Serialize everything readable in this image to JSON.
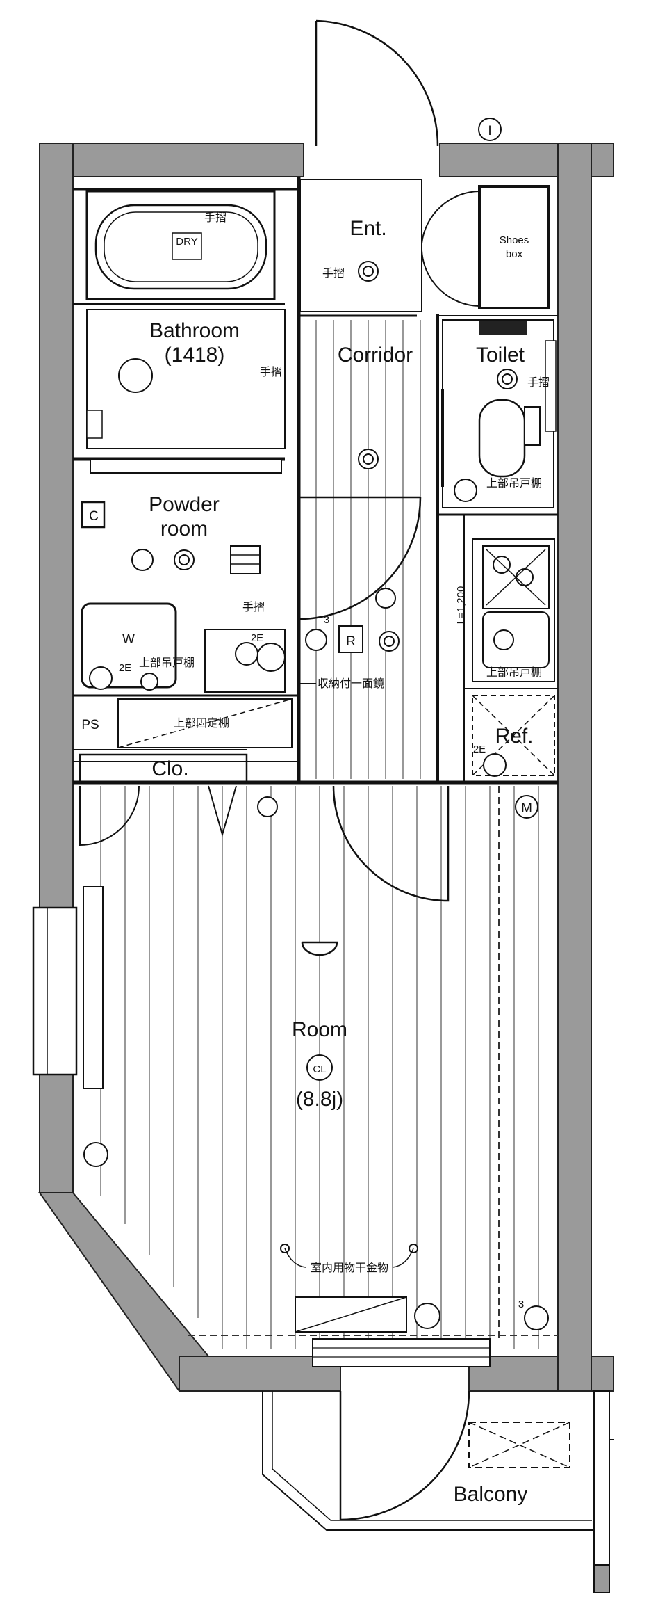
{
  "rooms": {
    "entrance": "Ent.",
    "shoes_box_line1": "Shoes",
    "shoes_box_line2": "box",
    "bathroom": "Bathroom",
    "bathroom_size": "(1418)",
    "corridor": "Corridor",
    "toilet": "Toilet",
    "powder_room_line1": "Powder",
    "powder_room_line2": "room",
    "washer": "W",
    "room": "Room",
    "room_size": "(8.8j)",
    "balcony": "Balcony",
    "closet": "Clo.",
    "pipe_space": "PS",
    "refrigerator": "Ref."
  },
  "symbols": {
    "closet_marker": "C",
    "range_marker": "R",
    "north_marker": "I",
    "meter_marker": "M",
    "ceiling_light_marker": "CL",
    "dry_label": "DRY",
    "outlet_2e": "2E",
    "outlet_3": "3"
  },
  "annotations": {
    "handrail": "手摺",
    "upper_cabinet": "上部吊戸棚",
    "upper_shelf": "上部固定棚",
    "storage_mirror": "収納付一面鏡",
    "indoor_dryer": "室内用物干金物",
    "sink_width": "L=1,200"
  }
}
